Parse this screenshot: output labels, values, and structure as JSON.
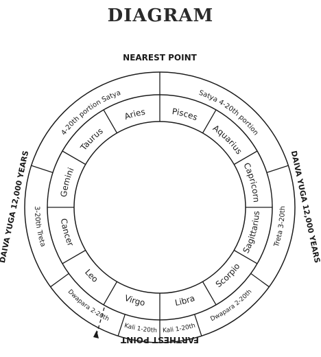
{
  "title": "DIAGRAM",
  "points": {
    "nearest": "NEAREST POINT",
    "farthest": "FARTHEST POINT"
  },
  "yuga_left": "DAIVA YUGA 12,000 YEARS",
  "yuga_right": "DAIVA YUGA 12,000 YEARS",
  "signs": [
    {
      "name": "Pisces",
      "start": 0
    },
    {
      "name": "Aquarius",
      "start": 30
    },
    {
      "name": "Capricorn",
      "start": 60
    },
    {
      "name": "Sagittarius",
      "start": 90
    },
    {
      "name": "Scorpio",
      "start": 120
    },
    {
      "name": "Libra",
      "start": 150
    },
    {
      "name": "Virgo",
      "start": 180
    },
    {
      "name": "Leo",
      "start": 210
    },
    {
      "name": "Cancer",
      "start": 240
    },
    {
      "name": "Gemini",
      "start": 270
    },
    {
      "name": "Taurus",
      "start": 300
    },
    {
      "name": "Aries",
      "start": 330
    }
  ],
  "ages": [
    {
      "label": "Satya 4-20th portion",
      "start": 0,
      "end": 72,
      "size": "age"
    },
    {
      "label": "Treta 3-20th",
      "start": 72,
      "end": 126,
      "size": "age"
    },
    {
      "label": "Dwapara 2-20th",
      "start": 126,
      "end": 162,
      "size": "small"
    },
    {
      "label": "Kali 1-20th",
      "start": 162,
      "end": 180,
      "size": "small"
    },
    {
      "label": "Kali 1-20th",
      "start": 180,
      "end": 198,
      "size": "small"
    },
    {
      "label": "Dwapara 2-20th",
      "start": 198,
      "end": 234,
      "size": "small"
    },
    {
      "label": "3-20th Treta",
      "start": 234,
      "end": 288,
      "size": "age"
    },
    {
      "label": "4-20th portion Satya",
      "start": 288,
      "end": 360,
      "size": "age"
    }
  ]
}
